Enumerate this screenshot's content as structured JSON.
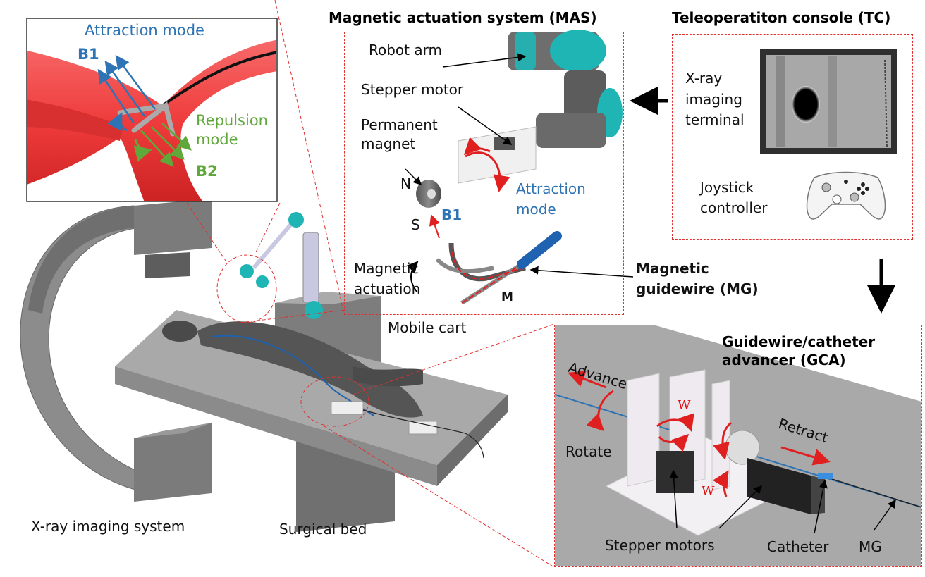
{
  "colors": {
    "accent_red": "#e02020",
    "attraction_blue": "#2e74b5",
    "repulsion_green": "#5fa83a",
    "robot_teal": "#1fb5b5",
    "vessel_red": "#ee4444"
  },
  "inset_vessel": {
    "attraction_label": "Attraction mode",
    "repulsion_label_line1": "Repulsion",
    "repulsion_label_line2": "mode",
    "b1": "B1",
    "b2": "B2"
  },
  "mas": {
    "title": "Magnetic actuation system (MAS)",
    "robot_arm": "Robot arm",
    "stepper_motor": "Stepper motor",
    "permanent_magnet_line1": "Permanent",
    "permanent_magnet_line2": "magnet",
    "pole_n": "N",
    "pole_s": "S",
    "attraction_line1": "Attraction",
    "attraction_line2": "mode",
    "b1": "B1",
    "actuation_line1": "Magnetic",
    "actuation_line2": "actuation",
    "m": "M"
  },
  "mg": {
    "line1": "Magnetic",
    "line2": "guidewire (MG)"
  },
  "tc": {
    "title": "Teleoperatiton console (TC)",
    "xray_line1": "X-ray",
    "xray_line2": "imaging",
    "xray_line3": "terminal",
    "joystick_line1": "Joystick",
    "joystick_line2": "controller"
  },
  "scene": {
    "mobile_cart": "Mobile cart",
    "xray_system": "X-ray imaging system",
    "surgical_bed": "Surgical bed"
  },
  "gca": {
    "title_line1": "Guidewire/catheter",
    "title_line2": "advancer (GCA)",
    "advance": "Advance",
    "rotate": "Rotate",
    "retract": "Retract",
    "w": "W",
    "stepper_motors": "Stepper motors",
    "catheter": "Catheter",
    "mg": "MG"
  }
}
